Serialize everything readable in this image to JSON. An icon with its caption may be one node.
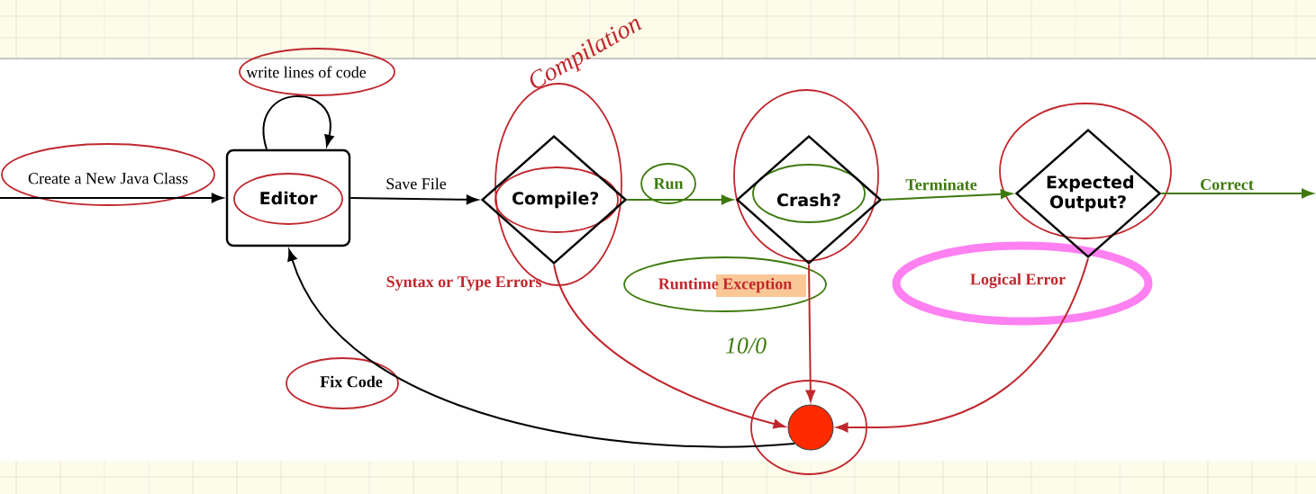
{
  "diagram": {
    "nodes": [
      {
        "text": [
          "Editor"
        ]
      },
      {
        "text": [
          "Compile?"
        ]
      },
      {
        "text": [
          "Crash?"
        ]
      },
      {
        "text": [
          "Expected Output?"
        ]
      },
      {
        "text": [],
        "shape": "circle"
      }
    ],
    "edges": [
      {
        "from": null,
        "to": 0,
        "arrow": "to",
        "label": "Create a New Java Class"
      },
      {
        "from": 0,
        "to": 0,
        "arrow": "to",
        "label": "write lines of code"
      },
      {
        "from": 0,
        "to": 1,
        "arrow": "to",
        "label": "Save File"
      },
      {
        "from": 1,
        "to": 2,
        "arrow": "to",
        "label": "Run",
        "color": "#3d7a0c"
      },
      {
        "from": 2,
        "to": 3,
        "arrow": "to",
        "label": "Terminate",
        "color": "#3d7a0c"
      },
      {
        "from": 3,
        "to": null,
        "arrow": "to",
        "label": "Correct",
        "color": "#3d7a0c"
      },
      {
        "from": 1,
        "to": 4,
        "arrow": "to",
        "label": "Syntax or Type Errors",
        "color": "#c0272d"
      },
      {
        "from": 2,
        "to": 4,
        "arrow": "to",
        "label": "Runtime Exception",
        "color": "#c0272d"
      },
      {
        "from": 3,
        "to": 4,
        "arrow": "to",
        "label": "Logical Error",
        "color": "#c0272d"
      },
      {
        "from": 4,
        "to": 0,
        "arrow": "to",
        "label": "Fix Code"
      }
    ],
    "labels": [
      "Compilation",
      "10/0"
    ]
  }
}
